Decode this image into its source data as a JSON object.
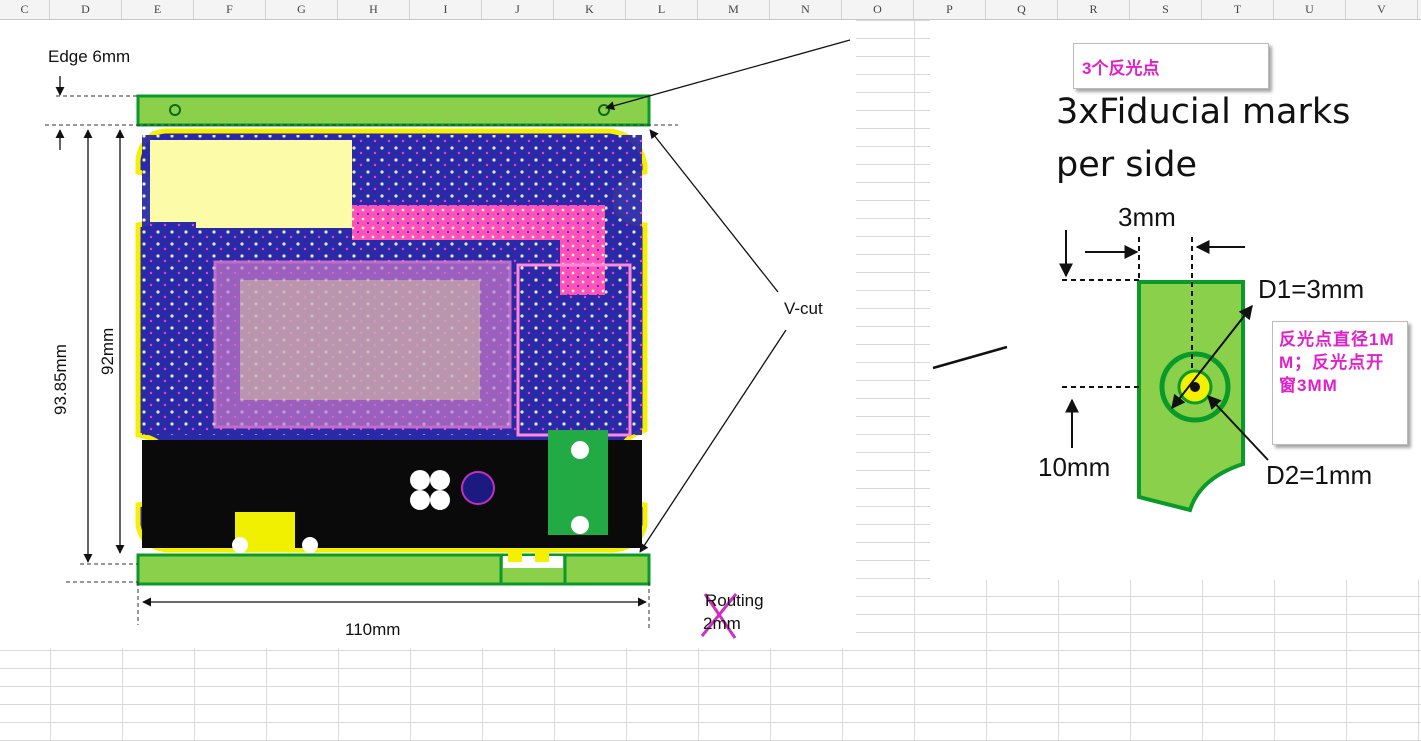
{
  "spreadsheet": {
    "column_headers": [
      "C",
      "D",
      "E",
      "F",
      "G",
      "H",
      "I",
      "J",
      "K",
      "L",
      "M",
      "N",
      "O",
      "P",
      "Q",
      "R",
      "S",
      "T",
      "U",
      "V"
    ]
  },
  "panel_drawing": {
    "edge_label": "Edge 6mm",
    "height_outer_label": "93.85mm",
    "height_inner_label": "92mm",
    "width_label": "110mm",
    "vcut_label": "V-cut",
    "routing_label_line1": "Routing",
    "routing_label_line2": "2mm"
  },
  "fiducial_detail": {
    "note_cn": "3个反光点",
    "heading_line1": "3xFiducial marks",
    "heading_line2": "per side",
    "dim_top": "3mm",
    "dim_left": "10mm",
    "d1_label": "D1=3mm",
    "d2_label": "D2=1mm",
    "comment_cn": "反光点直径1MM；反光点开窗3MM"
  },
  "colors": {
    "rail_green": "#8bd04a",
    "rail_border": "#0a9a2a",
    "note_magenta": "#e020c8",
    "board_outline": "#f4f000"
  }
}
